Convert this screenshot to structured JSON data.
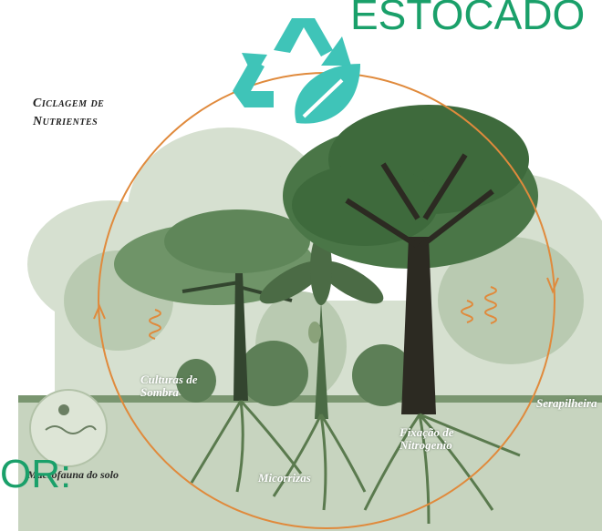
{
  "heading": {
    "text": "ESTOCADO",
    "color": "#1aa06a"
  },
  "bottom_text": {
    "text": "OR:",
    "color": "#1aa06a"
  },
  "recycle_icon": {
    "name": "recycle-leaf-icon",
    "color": "#3fc4b8"
  },
  "diagram": {
    "title_line1": "Ciclagem de",
    "title_line2": "Nutrientes",
    "labels": {
      "shade_crops_1": "Culturas de",
      "shade_crops_2": "Sombra",
      "litter": "Serapilheira",
      "nitrogen_1": "Fixação de",
      "nitrogen_2": "Nitrogenio",
      "mycorrhiza": "Micorrizas",
      "soil_biodiversity": "Macrofauna do solo"
    },
    "colors": {
      "cycle_ring": "#e08a3c",
      "dark_tree": "#3e6a3c",
      "mid_tree": "#6f9468",
      "light_tree": "#b6c7ae",
      "soil": "#c5d2bd",
      "roots": "#5a7a4e"
    }
  }
}
